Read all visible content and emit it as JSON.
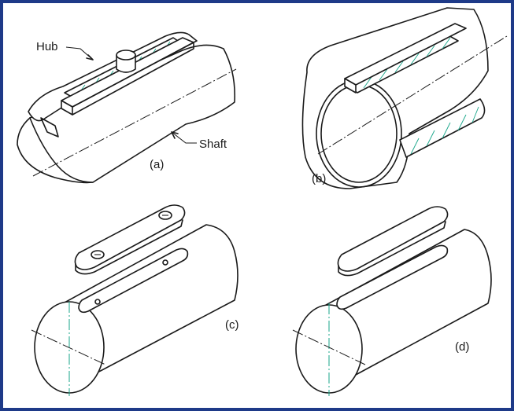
{
  "labels": {
    "hub": "Hub",
    "shaft": "Shaft",
    "a": "(a)",
    "b": "(b)",
    "c": "(c)",
    "d": "(d)"
  },
  "colors": {
    "border": "#1e3a88",
    "hatch": "#17a589",
    "line": "#1a1a1a"
  }
}
